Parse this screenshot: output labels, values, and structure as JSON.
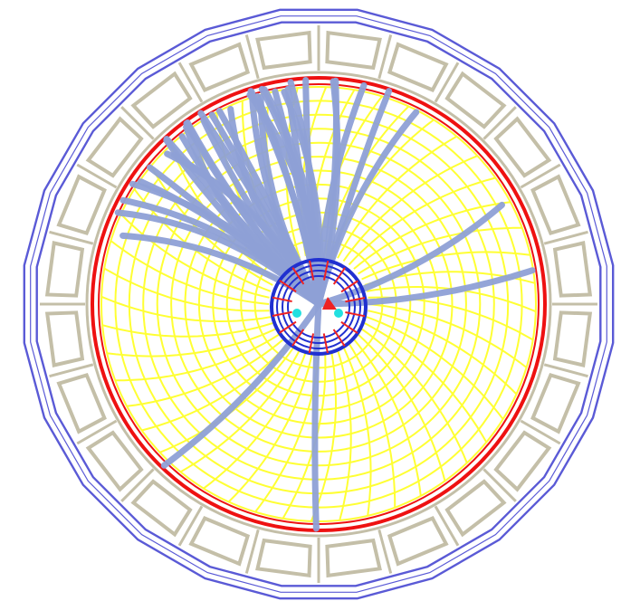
{
  "display": {
    "background": "#ffffff",
    "colors": {
      "outer_muon_ring": "#5a5ad6",
      "magnet_segments": "#c4bfa8",
      "calorimeter_ring": "#ee1111",
      "drift_chamber_grid": "#ffff33",
      "tracks": "#8ea0d6",
      "vertex_detector": "#2030d0",
      "vertex_hits": "#ee2222",
      "beam_spot": "#22e0e0"
    },
    "geometry_summary": {
      "outer_ring_segments": 24,
      "magnet_segments": 24,
      "grid_spokes": 48,
      "grid_rings": 12
    },
    "track_count": 40
  }
}
